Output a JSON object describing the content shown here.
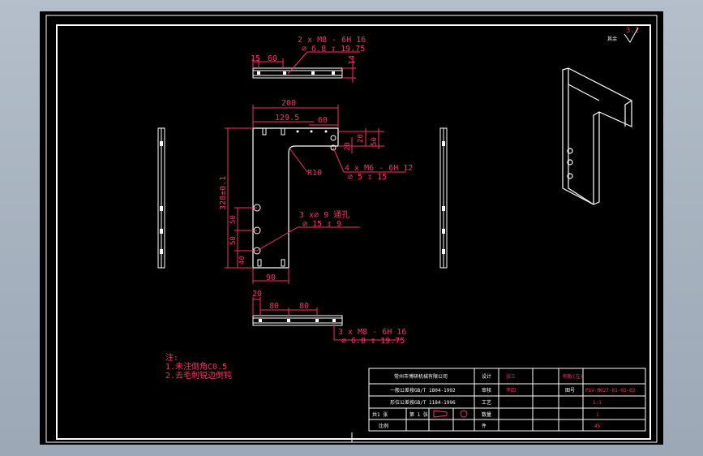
{
  "views": {
    "top": {
      "dims": [
        "15",
        "60",
        "14"
      ],
      "callout": [
        "2 x M8 - 6H 16",
        "⌀ 6.8 ↧ 19.75"
      ]
    },
    "front": {
      "dims": [
        "200",
        "129.5",
        "60",
        "20",
        "50",
        "20",
        "R10",
        "328±0.1",
        "50",
        "50",
        "40",
        "90"
      ],
      "callout_tapped": [
        "4 x M6 - 6H 12",
        "⌀ 5 ↧ 15"
      ],
      "callout_holes": [
        "3 x⌀ 9 通孔",
        "⌀ 15 ↧ 9"
      ]
    },
    "bottom": {
      "dims": [
        "20",
        "80",
        "80"
      ],
      "callout": [
        "3 x M8 - 6H 16",
        "⌀ 6.8 ↧ 19.75"
      ]
    }
  },
  "roughness": {
    "label": "其余",
    "value": "3.2"
  },
  "notes": {
    "title": "注:",
    "lines": [
      "1.未注倒角C0.5",
      "2.去毛刺锐边倒钝"
    ]
  },
  "title_block": {
    "company": "常州市博研机械有限公司",
    "row2_left": "一般公差按GB/T 1804-1992",
    "row3_left": "形位公差按GB/T 1184-1996",
    "scale_label": "比例",
    "sheet": "共1 张",
    "sheet_no": "第 1 张",
    "design_label": "设计",
    "check_label": "审核",
    "approve_label": "工艺",
    "material_label": "数量",
    "part_name": "侧板(左)",
    "drawing_no_label": "图号",
    "drawing_no": "PSV-M027-01-05-03",
    "design_val": "张三",
    "check_val": "李四",
    "scale_val": "1:1",
    "qty_val": "1",
    "material_val": "45",
    "unit_label": "件"
  }
}
